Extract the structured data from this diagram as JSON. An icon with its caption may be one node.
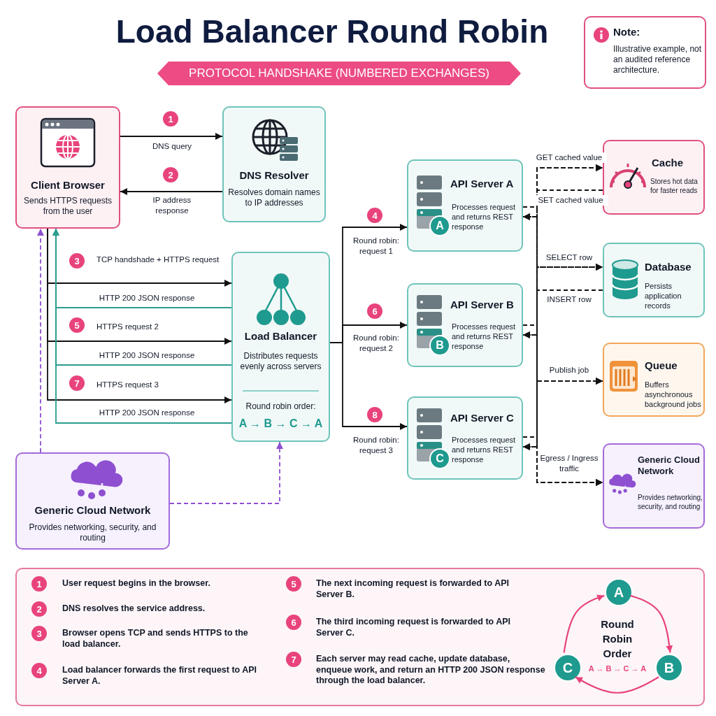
{
  "diagram": {
    "title": "Load Balancer Round Robin",
    "nodes": [
      {
        "text": [
          "PROTOCOL HANDSHAKE (NUMBERED EXCHANGES)"
        ]
      },
      {
        "text": [
          "Note:",
          "Illustrative example, not an audited reference architecture."
        ]
      },
      {
        "text": [
          "Client Browser",
          "Sends HTTPS requests from the user"
        ]
      },
      {
        "text": [
          "DNS Resolver",
          "Resolves domain names to IP addresses"
        ]
      },
      {
        "text": [
          "API Server A",
          "Processes request and returns REST response"
        ]
      },
      {
        "text": [
          "A"
        ],
        "in": 4
      },
      {
        "text": [
          "Cache",
          "Stores hot data for faster reads"
        ]
      },
      {
        "text": [
          "Database",
          "Persists application records"
        ]
      },
      {
        "text": [
          "Load Balancer",
          "Distributes requests evenly across servers",
          "Round robin order:",
          "A → B → C → A"
        ]
      },
      {
        "text": [
          "API Server B",
          "Processes request and returns REST response"
        ]
      },
      {
        "text": [
          "B"
        ],
        "in": 9
      },
      {
        "text": [
          "Queue",
          "Buffers asynchronous background jobs"
        ]
      },
      {
        "text": [
          "API Server C",
          "Processes request and returns REST response"
        ]
      },
      {
        "text": [
          "C"
        ],
        "in": 12
      },
      {
        "text": [
          "Generic Cloud Network",
          "Provides networking, security, and routing"
        ]
      },
      {
        "text": [
          "Generic Cloud Network",
          "Provides networking, security, and routing"
        ]
      },
      {
        "text": [
          "User request begins in the browser.",
          "DNS resolves the service address.",
          "Browser opens TCP and sends HTTPS to the load balancer.",
          "Load balancer forwards the first request to API Server A.",
          "The next incoming request is forwarded to API Server B.",
          "The third incoming request is forwarded to API Server C.",
          "Each server may read cache, update database, enqueue work, and return an HTTP 200 JSON response through the load balancer."
        ]
      },
      {
        "text": [
          "A"
        ],
        "in": 16
      },
      {
        "text": [
          "C"
        ],
        "in": 16
      },
      {
        "text": [
          "B"
        ],
        "in": 16
      }
    ],
    "edges": [
      {
        "from": 2,
        "to": 3,
        "arrow": "to",
        "label": "DNS query"
      },
      {
        "from": 3,
        "to": 2,
        "arrow": "to",
        "label": "IP address response"
      },
      {
        "from": 2,
        "to": 8,
        "arrow": "to",
        "label": "TCP handshade + HTTPS request"
      },
      {
        "from": 8,
        "to": 2,
        "arrow": "to",
        "label": "HTTP 200 JSON response",
        "color": "#2a9d8f"
      },
      {
        "from": 2,
        "to": 8,
        "arrow": "to",
        "label": "HTTPS request 2"
      },
      {
        "from": 8,
        "to": 2,
        "arrow": "to",
        "label": "HTTP 200 JSON response",
        "color": "#2a9d8f"
      },
      {
        "from": 2,
        "to": 8,
        "arrow": "to",
        "label": "HTTPS request 3"
      },
      {
        "from": 8,
        "to": 2,
        "arrow": "to",
        "label": "HTTP 200 JSON response",
        "color": "#2a9d8f"
      },
      {
        "from": 8,
        "to": 4,
        "arrow": "to",
        "label": "Round robin: request 1"
      },
      {
        "from": 8,
        "to": 9,
        "arrow": "to",
        "label": "Round robin: request 2"
      },
      {
        "from": 8,
        "to": 12,
        "arrow": "to",
        "label": "Round robin: request 3"
      },
      {
        "from": 4,
        "to": 6,
        "arrow": "to",
        "style": "dashed",
        "label": "GET cached value"
      },
      {
        "from": 9,
        "to": 6,
        "arrow": "to",
        "style": "dashed"
      },
      {
        "from": 12,
        "to": 6,
        "arrow": "to",
        "style": "dashed"
      },
      {
        "from": 6,
        "to": 4,
        "arrow": "to",
        "style": "dashed",
        "label": "SET cached value"
      },
      {
        "from": 6,
        "to": 9,
        "arrow": "to",
        "style": "dashed"
      },
      {
        "from": 6,
        "to": 12,
        "arrow": "to",
        "style": "dashed"
      },
      {
        "from": 4,
        "to": 7,
        "arrow": "to",
        "style": "dashed",
        "label": "SELECT row"
      },
      {
        "from": 9,
        "to": 7,
        "arrow": "to",
        "style": "dashed"
      },
      {
        "from": 12,
        "to": 7,
        "arrow": "to",
        "style": "dashed"
      },
      {
        "from": 7,
        "to": 4,
        "arrow": "to",
        "style": "dashed",
        "label": "INSERT row"
      },
      {
        "from": 7,
        "to": 9,
        "arrow": "to",
        "style": "dashed"
      },
      {
        "from": 7,
        "to": 12,
        "arrow": "to",
        "style": "dashed"
      },
      {
        "from": 4,
        "to": 11,
        "arrow": "to",
        "style": "dashed",
        "label": "Publish job"
      },
      {
        "from": 9,
        "to": 11,
        "arrow": "to",
        "style": "dashed"
      },
      {
        "from": 12,
        "to": 11,
        "arrow": "to",
        "style": "dashed"
      },
      {
        "from": 4,
        "to": 14,
        "arrow": "to",
        "style": "dashed",
        "label": "Egress / Ingress traffic"
      },
      {
        "from": 9,
        "to": 14,
        "arrow": "to",
        "style": "dashed"
      },
      {
        "from": 12,
        "to": 14,
        "arrow": "to",
        "style": "dashed"
      },
      {
        "from": 15,
        "to": 2,
        "arrow": "to",
        "style": "dashed",
        "color": "#8e4fd1"
      },
      {
        "from": 15,
        "to": 8,
        "arrow": "to",
        "style": "dashed",
        "color": "#8e4fd1"
      },
      {
        "from": 17,
        "to": 19,
        "arrow": "to",
        "color": "#e8437c"
      },
      {
        "from": 19,
        "to": 18,
        "arrow": "to",
        "color": "#e8437c"
      },
      {
        "from": 18,
        "to": 17,
        "arrow": "to",
        "color": "#e8437c"
      }
    ],
    "labels": [
      "1",
      "2",
      "3",
      "4",
      "5",
      "6",
      "7",
      "8",
      "1",
      "2",
      "3",
      "4",
      "5",
      "6",
      "7",
      "Round Robin Order",
      "A → B → C → A"
    ]
  }
}
